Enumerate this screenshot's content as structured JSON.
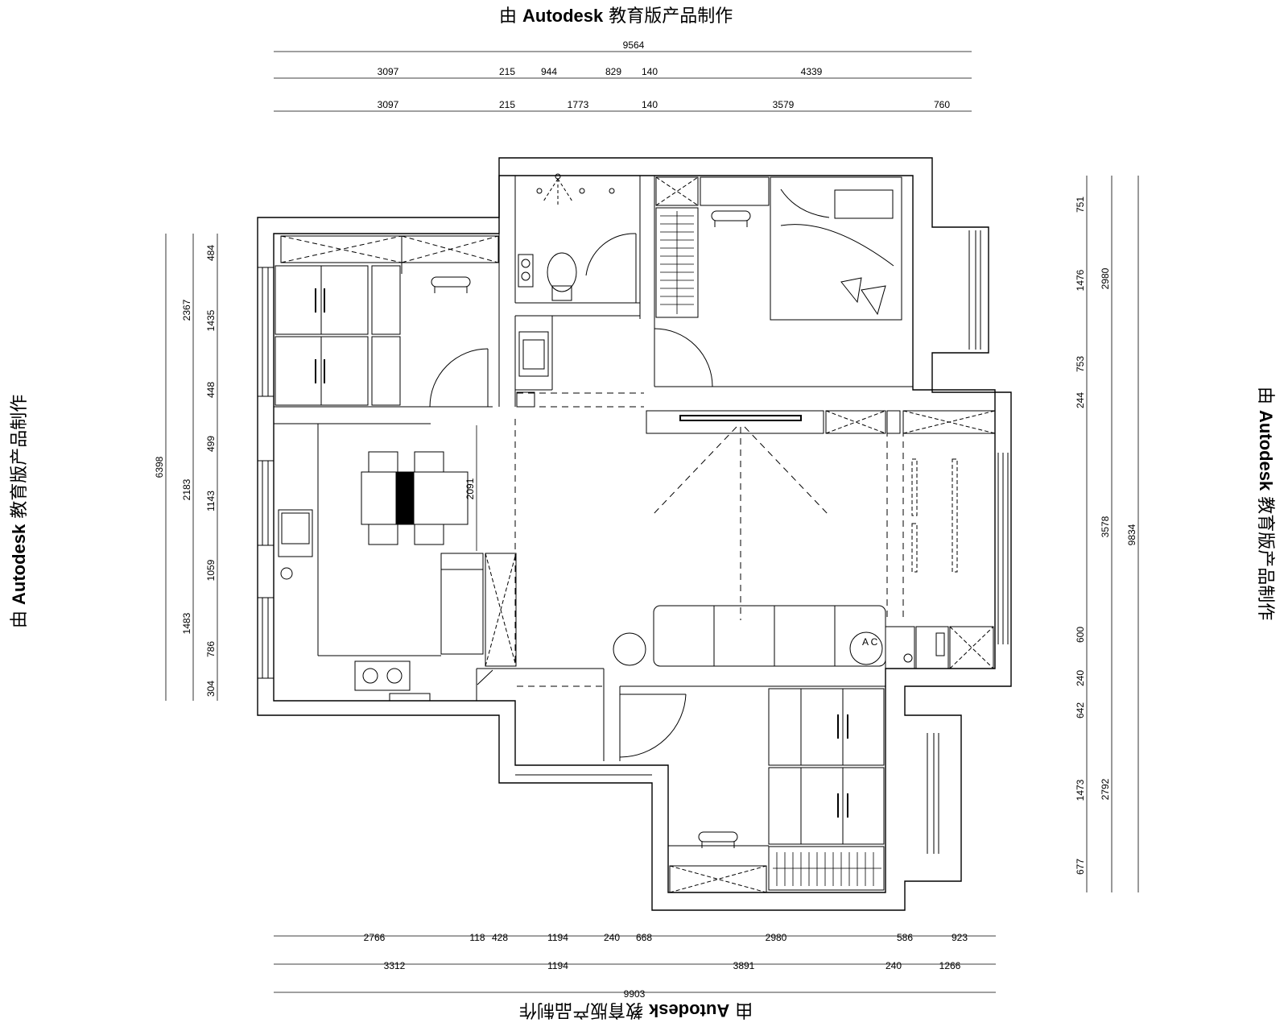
{
  "watermark": {
    "prefix": "由 ",
    "brand": "Autodesk",
    "suffix": " 教育版产品制作"
  },
  "dims": {
    "top_overall": "9564",
    "top_row1": [
      "3097",
      "215",
      "944",
      "829",
      "140",
      "4339"
    ],
    "top_row2": [
      "3097",
      "215",
      "1773",
      "140",
      "3579",
      "760"
    ],
    "bottom_row1": [
      "2766",
      "118",
      "428",
      "1194",
      "240",
      "668",
      "2980",
      "586",
      "923"
    ],
    "bottom_row2": [
      "3312",
      "1194",
      "3891",
      "240",
      "1266"
    ],
    "bottom_overall": "9903",
    "left_overall": "6398",
    "left_outer": [
      "2367",
      "2183",
      "1483"
    ],
    "left_inner": [
      "484",
      "1435",
      "448",
      "499",
      "1143",
      "1059",
      "786",
      "304"
    ],
    "right_inner": [
      "751",
      "1476",
      "753",
      "244",
      "3578",
      "600",
      "240",
      "642",
      "1473",
      "677"
    ],
    "right_outer": [
      "2980",
      "2792"
    ],
    "right_overall": "9834",
    "dining_span": "2091"
  },
  "labels": {
    "ac": "A\nC"
  },
  "colors": {
    "line": "#000000",
    "background": "#ffffff"
  }
}
